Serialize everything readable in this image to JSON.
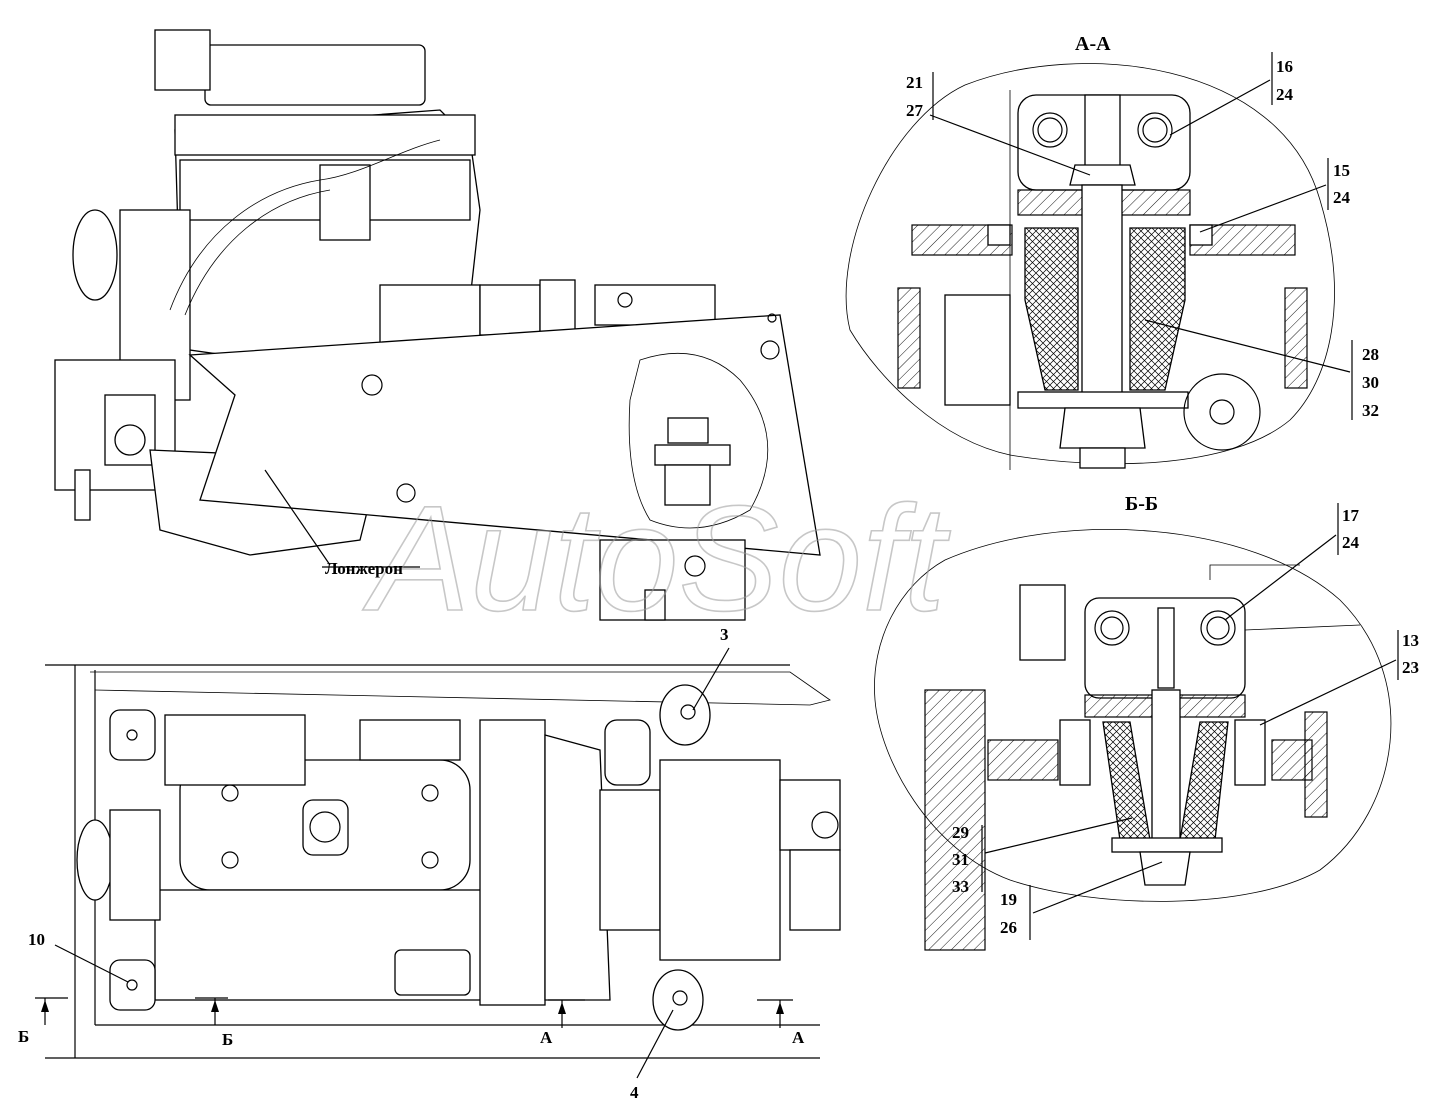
{
  "watermark": "AutoSoft",
  "sections": {
    "aa_title": "А-А",
    "bb_title": "Б-Б"
  },
  "side_view": {
    "frame_label": "Лонжерон"
  },
  "plan_view": {
    "callout_3": "3",
    "callout_4": "4",
    "callout_10": "10",
    "cut_b_left": "Б",
    "cut_b_right": "Б",
    "cut_a_left": "А",
    "cut_a_right": "А"
  },
  "section_aa_callouts": {
    "c21": "21",
    "c27": "27",
    "c16": "16",
    "c24a": "24",
    "c15": "15",
    "c24b": "24",
    "c28": "28",
    "c30": "30",
    "c32": "32"
  },
  "section_bb_callouts": {
    "c17": "17",
    "c24": "24",
    "c13": "13",
    "c23": "23",
    "c29": "29",
    "c31": "31",
    "c33": "33",
    "c19": "19",
    "c26": "26"
  }
}
